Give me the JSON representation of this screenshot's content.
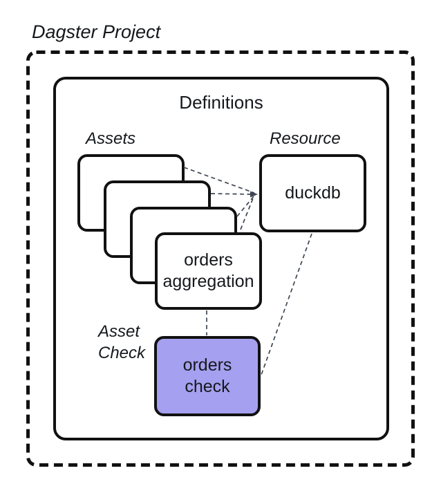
{
  "title": "Dagster Project",
  "definitions": {
    "label": "Definitions"
  },
  "assets": {
    "group_label": "Assets",
    "stacked_card_count": 4,
    "front_card_label": "orders\naggregation"
  },
  "resource": {
    "group_label": "Resource",
    "node_label": "duckdb"
  },
  "asset_check": {
    "group_label": "Asset\nCheck",
    "node_label": "orders\ncheck"
  },
  "colors": {
    "background": "#ffffff",
    "node_border": "#111111",
    "asset_check_fill": "#a5a0ef",
    "connector": "#3e4653"
  }
}
